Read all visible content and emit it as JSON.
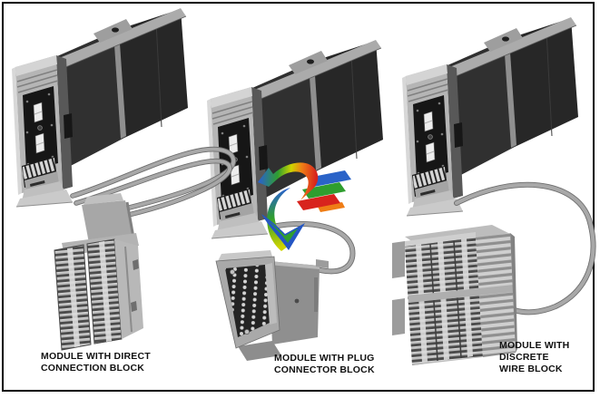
{
  "frame": {
    "background": "#ffffff",
    "stroke": "#000000"
  },
  "captions": [
    {
      "id": "direct",
      "lines": [
        "MODULE WITH DIRECT",
        "CONNECTION BLOCK"
      ]
    },
    {
      "id": "plug",
      "lines": [
        "MODULE WITH PLUG",
        "CONNECTOR BLOCK"
      ]
    },
    {
      "id": "discrete",
      "lines": [
        "MODULE WITH",
        "DISCRETE",
        "WIRE BLOCK"
      ]
    }
  ],
  "figure": {
    "modules_count": 3,
    "module_body_color": "#b5b5b5",
    "module_panel_color": "#2b2b2b",
    "cable_color": "#a8a8a8"
  },
  "logo": {
    "name": "multicolor-brand-logo",
    "colors": {
      "blue": "#2a63c8",
      "green": "#2f9e2f",
      "red": "#d8231d",
      "orange": "#ef7d16",
      "yellow": "#cfd400"
    }
  }
}
